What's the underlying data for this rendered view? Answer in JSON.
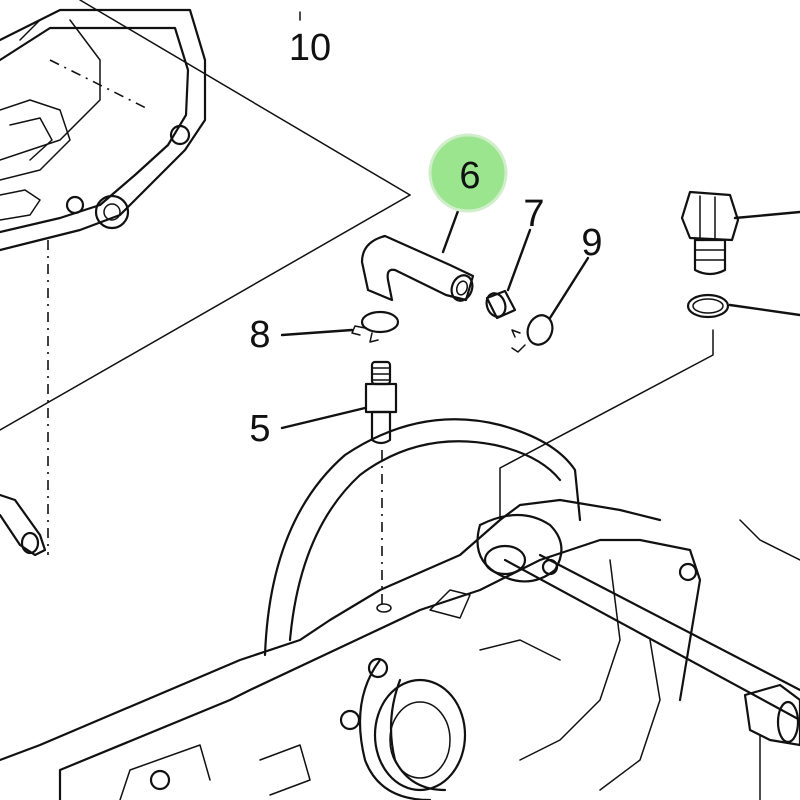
{
  "callouts": [
    {
      "id": "10",
      "label": "10"
    },
    {
      "id": "6",
      "label": "6",
      "highlighted": true
    },
    {
      "id": "7",
      "label": "7"
    },
    {
      "id": "9",
      "label": "9"
    },
    {
      "id": "8",
      "label": "8"
    },
    {
      "id": "5",
      "label": "5"
    }
  ],
  "colors": {
    "highlight": "#9be58f",
    "line": "#111111",
    "background": "#ffffff"
  }
}
